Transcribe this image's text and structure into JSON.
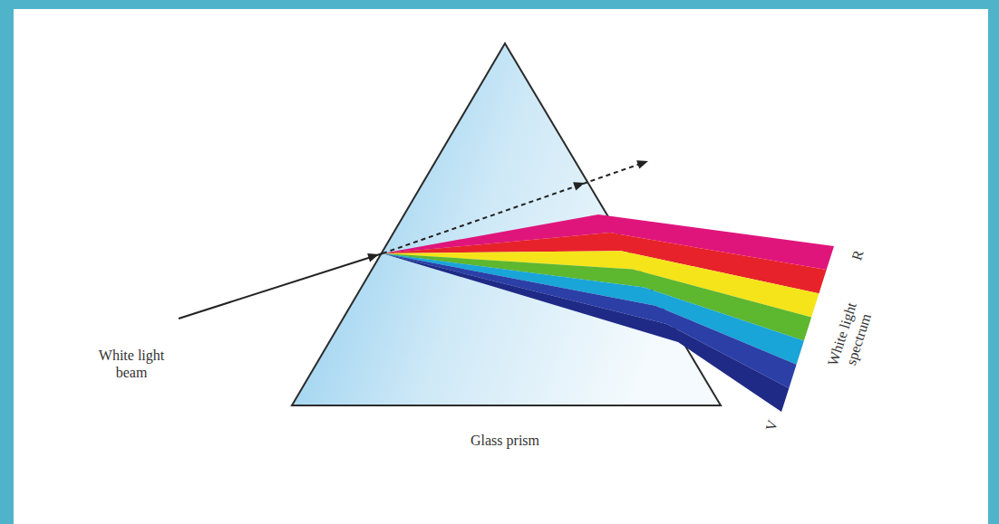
{
  "diagram": {
    "labels": [
      "White light beam",
      "Glass prism",
      "R",
      "White light spectrum",
      "V"
    ]
  }
}
